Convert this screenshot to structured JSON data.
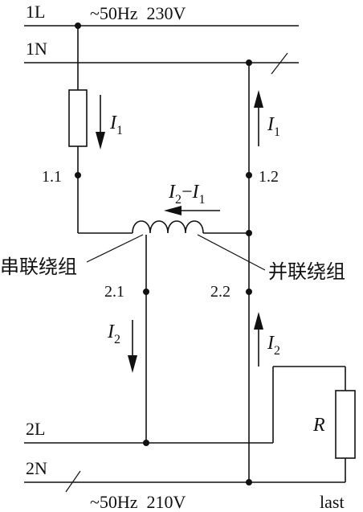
{
  "supply": {
    "line_label": "1L",
    "neutral_label": "1N",
    "spec": "~50Hz  230V"
  },
  "output": {
    "line_label": "2L",
    "neutral_label": "2N",
    "spec": "~50Hz  210V",
    "load_tag": "last"
  },
  "nodes": {
    "n11": "1.1",
    "n12": "1.2",
    "n21": "2.1",
    "n22": "2.2"
  },
  "currents": {
    "i1_left": {
      "base": "I",
      "sub": "1"
    },
    "i1_right": {
      "base": "I",
      "sub": "1"
    },
    "i2_left": {
      "base": "I",
      "sub": "2"
    },
    "i2_right": {
      "base": "I",
      "sub": "2"
    },
    "diff": {
      "a": "I",
      "a_sub": "2",
      "op": "−",
      "b": "I",
      "b_sub": "1"
    }
  },
  "labels": {
    "series_winding": "串联绕组",
    "parallel_winding": "并联绕组",
    "resistor": "R"
  },
  "colors": {
    "ink": "#111111",
    "background": "#ffffff"
  }
}
